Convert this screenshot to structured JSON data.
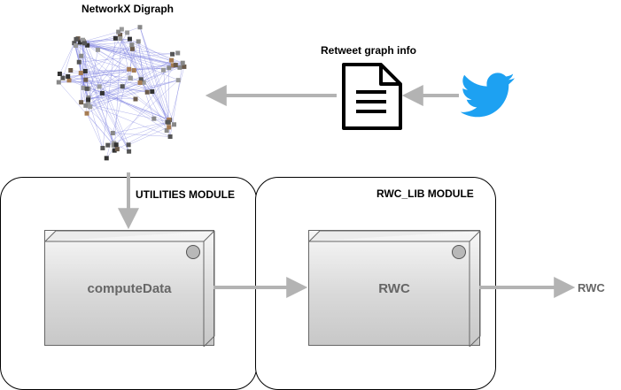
{
  "top": {
    "graph_title": "NetworkX Digraph",
    "info_title": "Retweet graph info"
  },
  "modules": {
    "utilities": {
      "title": "UTILITIES MODULE",
      "component": "computeData"
    },
    "rwc_lib": {
      "title": "RWC_LIB MODULE",
      "component": "RWC"
    }
  },
  "output": {
    "label": "RWC"
  },
  "icons": {
    "graph": "network-graph-icon",
    "document": "document-icon",
    "source": "twitter-bird-icon"
  },
  "colors": {
    "arrow": "#b3b3b3",
    "twitter": "#1da1f2",
    "graph_edges": "#7b7fe0",
    "component_text": "#666666"
  }
}
